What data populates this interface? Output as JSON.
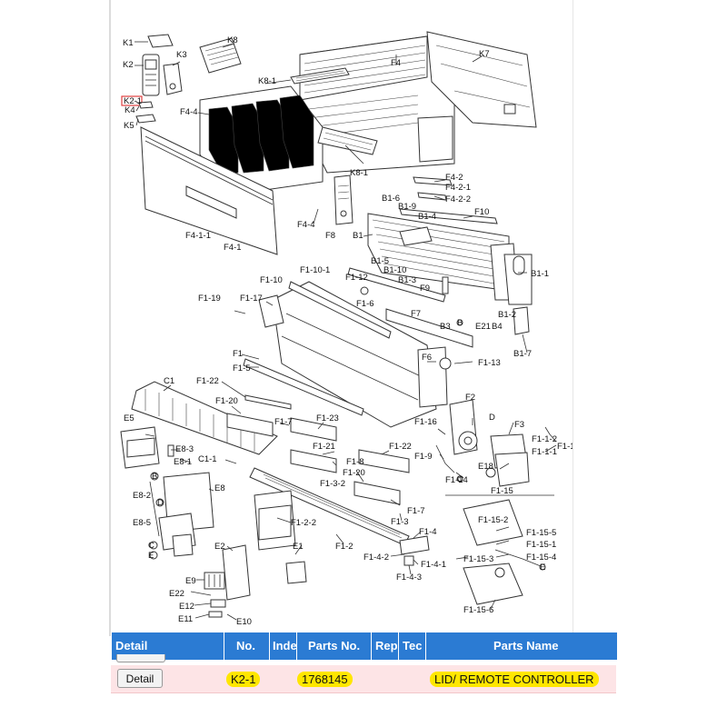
{
  "diagram": {
    "labels": {
      "K1": "K1",
      "K2": "K2",
      "K2_1": "K2-1",
      "K4": "K4",
      "K5": "K5",
      "K3": "K3",
      "K8": "K8",
      "K8_1a": "K8-1",
      "K8_1b": "K8-1",
      "K7": "K7",
      "F4": "F4",
      "F4_4a": "F4-4",
      "F4_4b": "F4-4",
      "F4_1_1": "F4-1-1",
      "F4_1": "F4-1",
      "F4_2": "F4-2",
      "F4_2_1": "F4-2-1",
      "F4_2_2": "F4-2-2",
      "F8": "F8",
      "B1_6": "B1-6",
      "B1_9": "B1-9",
      "B1_4": "B1-4",
      "F10": "F10",
      "B1": "B1",
      "B1_5": "B1-5",
      "B1_10": "B1-10",
      "B1_3": "B1-3",
      "F9a": "F9",
      "B1_1": "B1-1",
      "B1_2": "B1-2",
      "B3": "B3",
      "E21": "E21",
      "B4": "B4",
      "B1_7": "B1-7",
      "F1_10_1": "F1-10-1",
      "F1_10": "F1-10",
      "F1_12": "F1-12",
      "F1_6": "F1-6",
      "F1_19": "F1-19",
      "F1_17": "F1-17",
      "F7": "F7",
      "F1": "F1",
      "F1_5": "F1-5",
      "F6": "F6",
      "F1_13": "F1-13",
      "C1": "C1",
      "F1_22a": "F1-22",
      "F1_20a": "F1-20",
      "F1_7a": "F1-7",
      "F1_23": "F1-23",
      "F2": "F2",
      "F1_16": "F1-16",
      "F3": "F3",
      "F1_1_2": "F1-1-2",
      "F1_1_1": "F1-1-1",
      "F1_1": "F1-1",
      "E5": "E5",
      "E8_3": "E8-3",
      "E8_1": "E8-1",
      "C1_1": "C1-1",
      "F1_21": "F1-21",
      "F1_22b": "F1-22",
      "F1_9": "F1-9",
      "F1_8": "F1-8",
      "F1_20b": "F1-20",
      "E18": "E18",
      "F1_14": "F1-14",
      "F1_3_2": "F1-3-2",
      "E8": "E8",
      "E8_2": "E8-2",
      "E8_5": "E8-5",
      "F1_15": "F1-15",
      "F1_7b": "F1-7",
      "F1_3": "F1-3",
      "F1_15_2": "F1-15-2",
      "F1_2_2": "F1-2-2",
      "F1_4": "F1-4",
      "F1_15_5": "F1-15-5",
      "F1_15_1": "F1-15-1",
      "F1_15_3": "F1-15-3",
      "F1_15_4": "F1-15-4",
      "E1": "E1",
      "F1_2": "F1-2",
      "F1_4_2": "F1-4-2",
      "F1_4_1": "F1-4-1",
      "F1_4_3": "F1-4-3",
      "E2": "E2",
      "E9": "E9",
      "E22": "E22",
      "E12": "E12",
      "E11": "E11",
      "E10": "E10",
      "F1_15_6": "F1-15-6",
      "cB": "B",
      "cD": "D",
      "cC": "C",
      "cE": "E",
      "cE2": "E",
      "cC2": "C",
      "cB2": "B",
      "cD2": "D"
    }
  },
  "table": {
    "headers": {
      "detail": "Detail",
      "no": "No.",
      "index": "Inde",
      "parts_no": "Parts No.",
      "rep": "Rep",
      "tech": "Tec",
      "parts_name": "Parts Name"
    },
    "rows": [
      {
        "detail_button": "Detail",
        "no": "K2-1",
        "parts_no": "1768145",
        "parts_name": "LID/ REMOTE CONTROLLER"
      }
    ]
  },
  "colors": {
    "header_bg": "#2b7bd3",
    "row_bg": "#fde4e6",
    "highlight": "#ffe600",
    "selection_box": "#e04040"
  }
}
